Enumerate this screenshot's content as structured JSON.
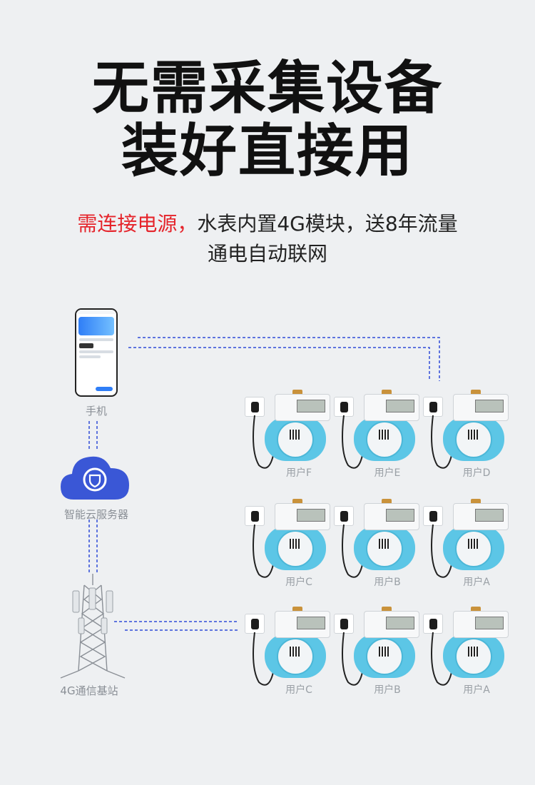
{
  "headline": {
    "line1": "无需采集设备",
    "line2": "装好直接用"
  },
  "subtitle": {
    "highlight": "需连接电源，",
    "rest": "水表内置4G模块，送8年流量",
    "line2": "通电自动联网"
  },
  "nodes": {
    "phone": "手机",
    "cloud": "智能云服务器",
    "tower": "4G通信基站"
  },
  "meters": [
    [
      "用户F",
      "用户E",
      "用户D"
    ],
    [
      "用户C",
      "用户B",
      "用户A"
    ],
    [
      "用户C",
      "用户B",
      "用户A"
    ]
  ],
  "colors": {
    "link": "#2f4bd8",
    "cloud": "#3a57d6",
    "highlight": "#e5242b",
    "meter_body": "#5cc6e6"
  }
}
